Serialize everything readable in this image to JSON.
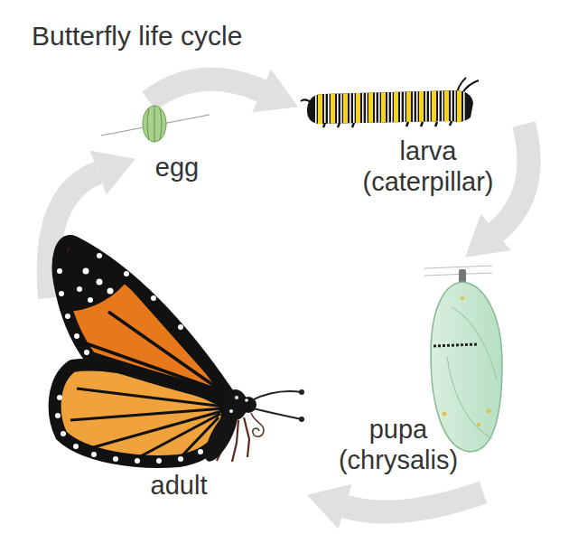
{
  "diagram": {
    "title": "Butterfly life cycle",
    "nodes": [
      {
        "text": [
          "egg"
        ]
      },
      {
        "text": [
          "larva (caterpillar)"
        ]
      },
      {
        "text": [
          "pupa (chrysalis)"
        ]
      },
      {
        "text": [
          "adult"
        ]
      }
    ],
    "edges": [
      {
        "from": 0,
        "to": 1,
        "arrow": "to"
      },
      {
        "from": 1,
        "to": 2,
        "arrow": "to"
      },
      {
        "from": 2,
        "to": 3,
        "arrow": "to"
      },
      {
        "from": 3,
        "to": 0,
        "arrow": "to"
      }
    ]
  }
}
